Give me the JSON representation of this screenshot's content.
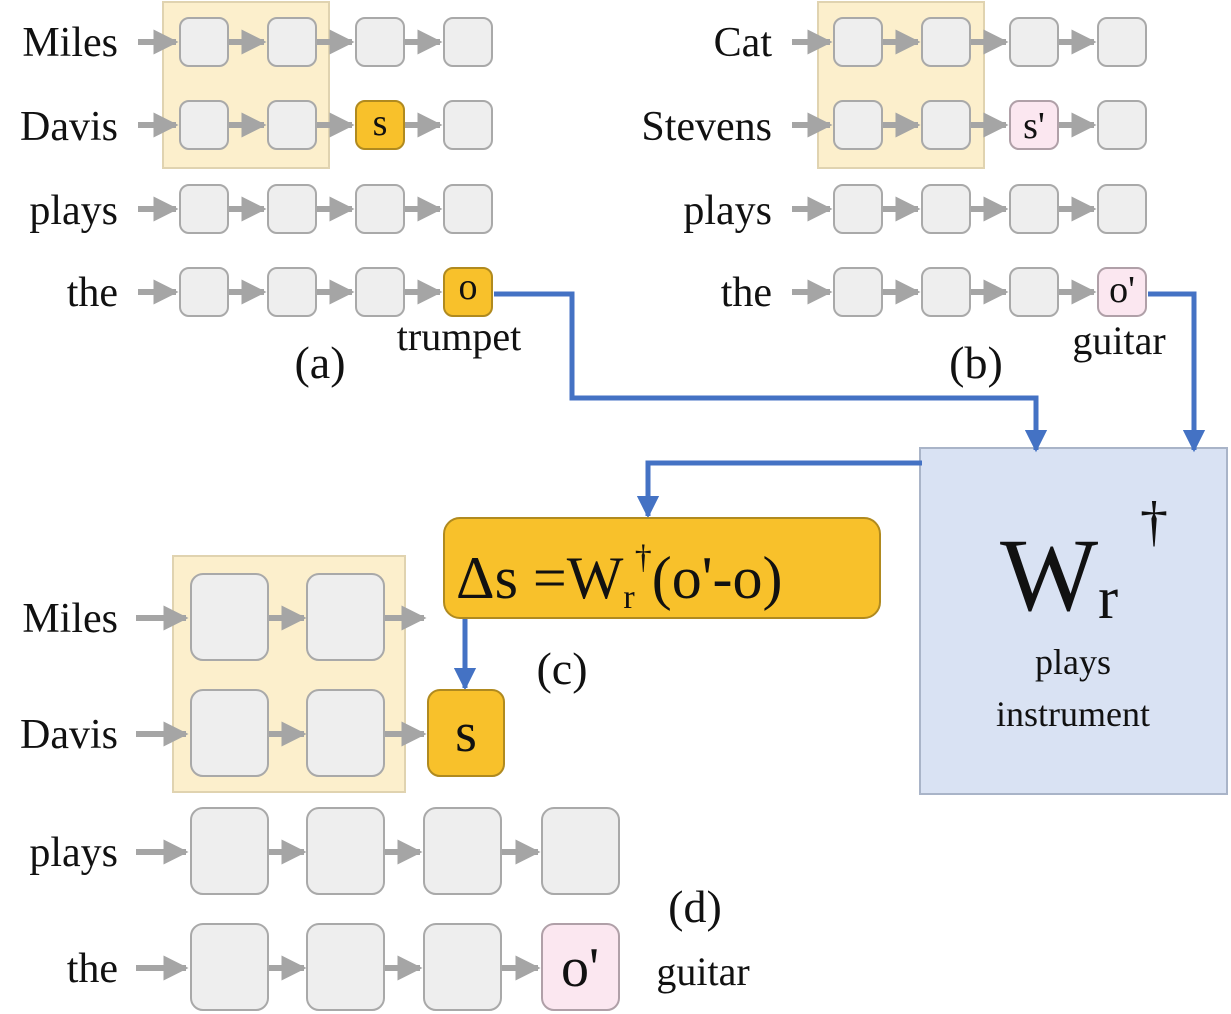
{
  "colors": {
    "cell_fill": "#eeeeee",
    "cell_stroke": "#a9a9a9",
    "window_fill": "#fcefcc",
    "window_stroke": "#e0d3b0",
    "highlight_fill": "#f8c12b",
    "highlight_stroke": "#b08a1f",
    "pink_fill": "#fbe7f0",
    "pink_stroke": "#b0a0a8",
    "arrow_gray": "#a5a5a5",
    "flow_blue": "#4472c4",
    "matrix_fill": "#d9e2f3",
    "matrix_stroke": "#a9b4c8"
  },
  "panel_a": {
    "label": "(a)",
    "rows": [
      "Miles",
      "Davis",
      "plays",
      "the"
    ],
    "subject_cell": "s",
    "object_cell": "o",
    "object_word": "trumpet"
  },
  "panel_b": {
    "label": "(b)",
    "rows": [
      "Cat",
      "Stevens",
      "plays",
      "the"
    ],
    "subject_cell": "s'",
    "object_cell": "o'",
    "object_word": "guitar"
  },
  "panel_c": {
    "label": "(c)",
    "formula": {
      "lhs": "Δs =W",
      "sub": "r",
      "sup": "†",
      "rhs": "(o'-o)"
    }
  },
  "panel_d": {
    "label": "(d)",
    "rows": [
      "Miles",
      "Davis",
      "plays",
      "the"
    ],
    "subject_cell": "s",
    "object_cell": "o'",
    "object_word": "guitar"
  },
  "matrix": {
    "symbol": "W",
    "sub": "r",
    "sup": "†",
    "caption_line1": "plays",
    "caption_line2": "instrument"
  }
}
